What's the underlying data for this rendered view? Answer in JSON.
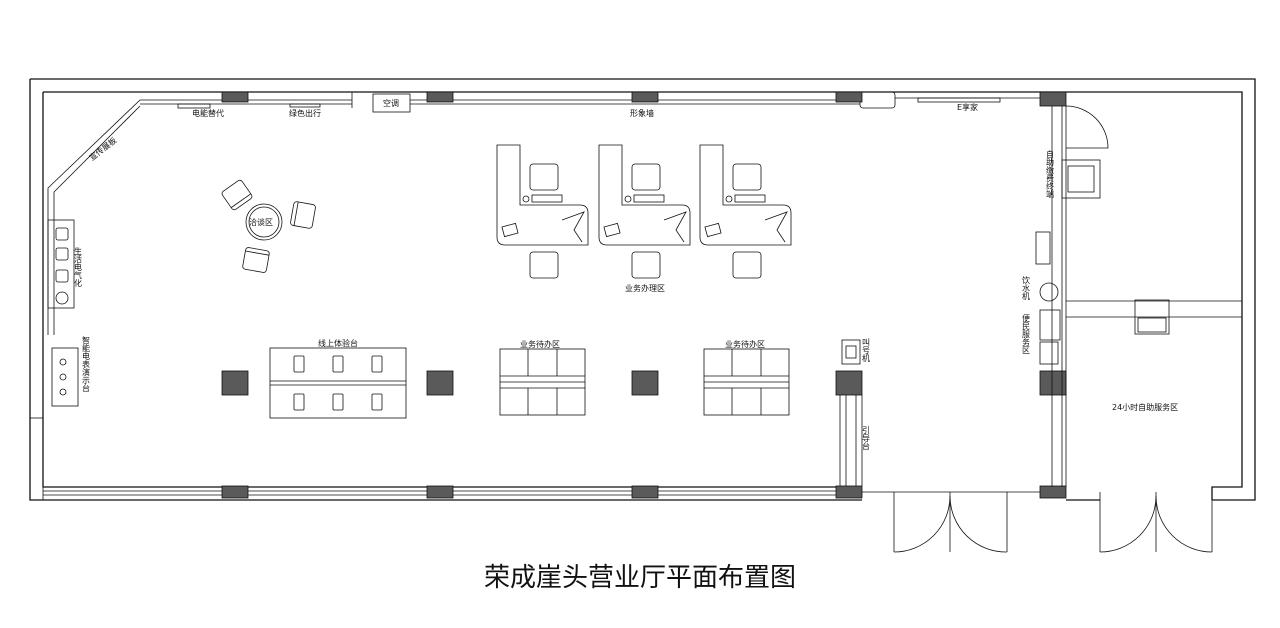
{
  "title": "荣成崖头营业厅平面布置图",
  "labels": {
    "diannengtidai": "电能替代",
    "lvsechuxing": "绿色出行",
    "kongtiao": "空调",
    "xingxiangqiang": "形象墙",
    "exiangjia": "E享家",
    "qiatanqu": "洽谈区",
    "shenghuodianqihua": "生活电气化",
    "zhinengdianbiao": "智能电表演示台",
    "yewubanliqu": "业务办理区",
    "xianshangtiyantai": "线上体验台",
    "yewudaiban1": "业务待办区",
    "yewudaiban2": "业务待办区",
    "jiaohaoji": "叫号机",
    "yindaotai": "引导台",
    "zizhujiaofei": "自助缴费终端",
    "yinshuiji": "饮水机",
    "bianminfuwu": "便民服务区",
    "zizhu24": "24小时自助服务区",
    "diagonal_wall": "宣传展板"
  }
}
